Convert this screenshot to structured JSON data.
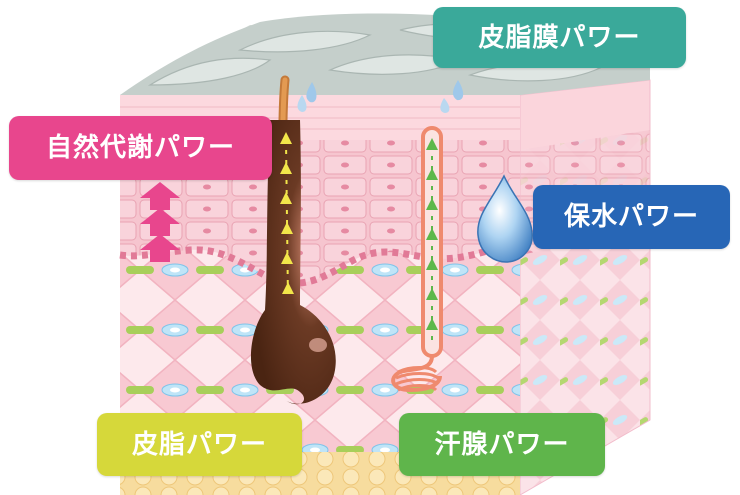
{
  "labels": {
    "sebum_film": "皮脂膜パワー",
    "metabolism": "自然代謝パワー",
    "moisture": "保水パワー",
    "sebum": "皮脂パワー",
    "sweat_gland": "汗腺パワー"
  },
  "colors": {
    "sebum_film": "#3aa99a",
    "metabolism": "#e8468d",
    "moisture": "#2766b6",
    "sebum": "#d6d83a",
    "sweat_gland": "#5fb54b"
  }
}
